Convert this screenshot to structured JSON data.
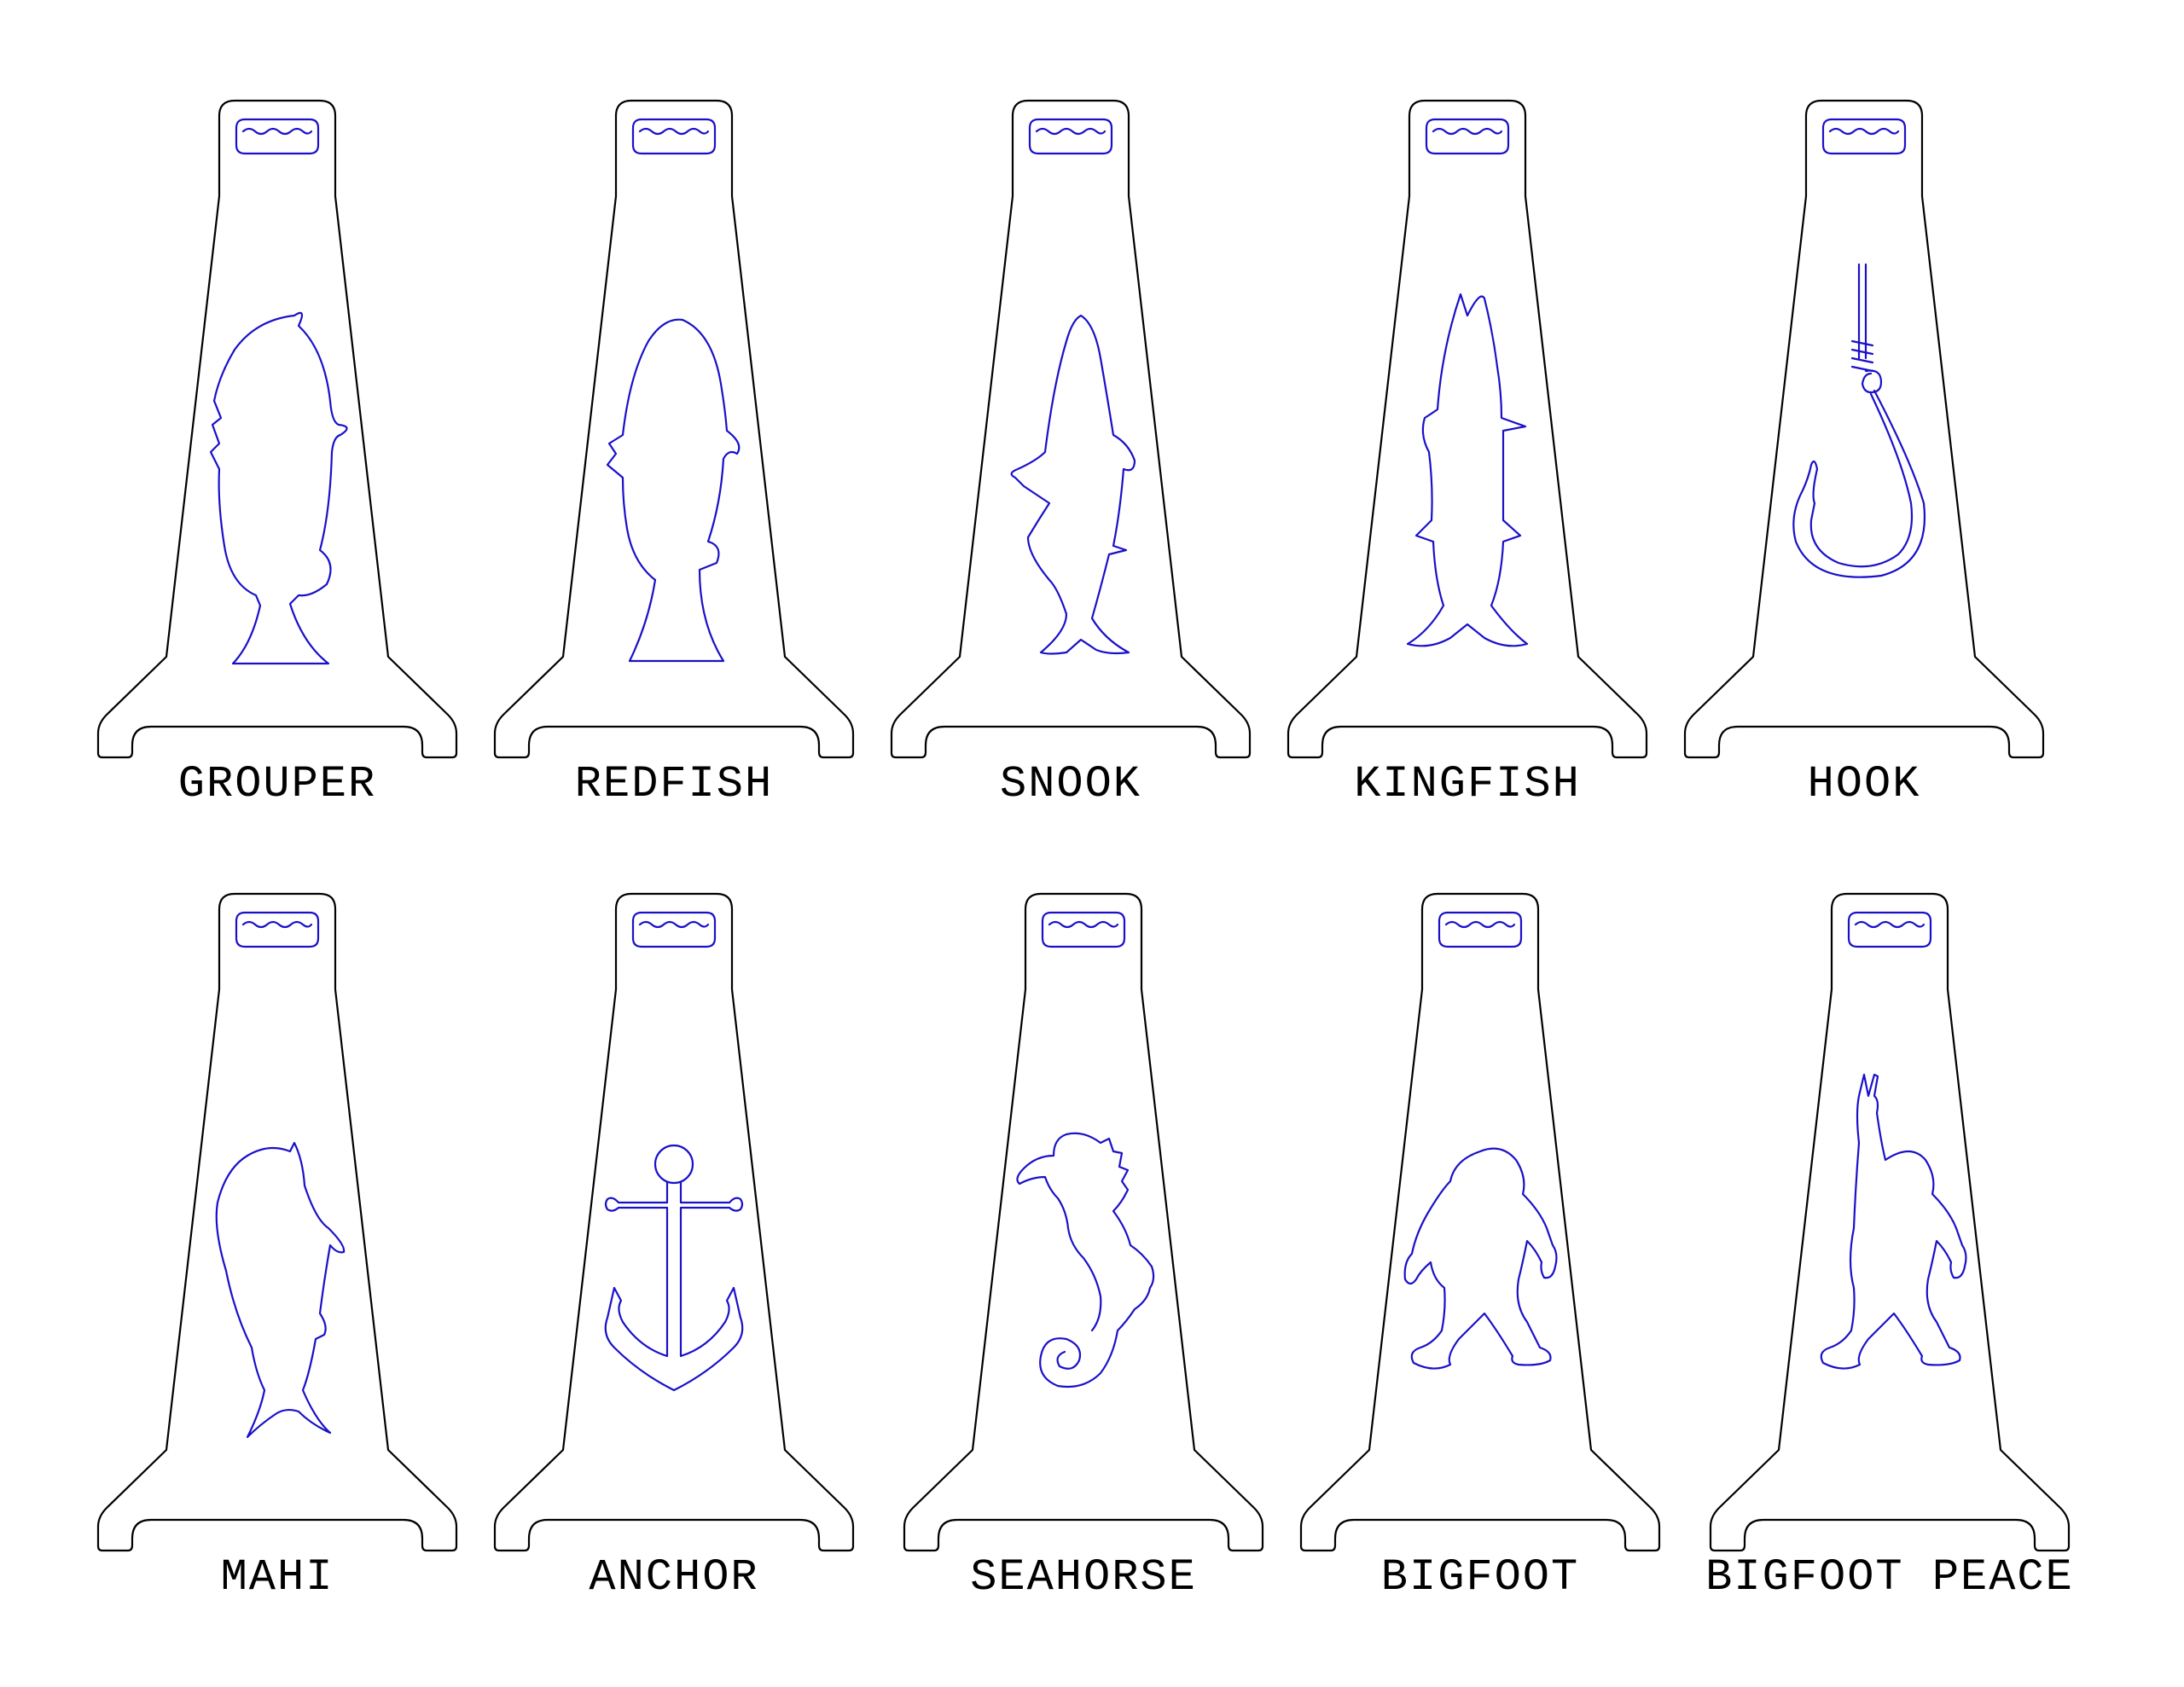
{
  "colors": {
    "outline": "#000000",
    "cut": "#1a10c8",
    "background": "#ffffff"
  },
  "items": [
    {
      "label": "GROUPER",
      "icon": "grouper-icon"
    },
    {
      "label": "REDFISH",
      "icon": "redfish-icon"
    },
    {
      "label": "SNOOK",
      "icon": "snook-icon"
    },
    {
      "label": "KINGFISH",
      "icon": "kingfish-icon"
    },
    {
      "label": "HOOK",
      "icon": "hook-icon"
    },
    {
      "label": "MAHI",
      "icon": "mahi-icon"
    },
    {
      "label": "ANCHOR",
      "icon": "anchor-icon"
    },
    {
      "label": "SEAHORSE",
      "icon": "seahorse-icon"
    },
    {
      "label": "BIGFOOT",
      "icon": "bigfoot-icon"
    },
    {
      "label": "BIGFOOT PEACE",
      "icon": "bigfoot-peace-icon"
    }
  ]
}
